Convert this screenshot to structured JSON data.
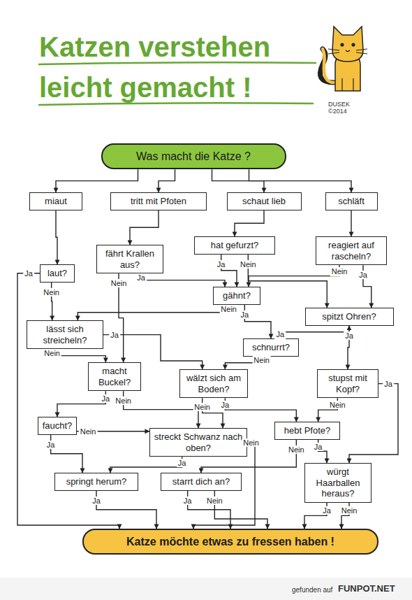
{
  "diagram": {
    "title": "Katzen verstehen leicht gemacht !",
    "nodes": [
      {
        "text": [
          "Was macht die Katze ?"
        ]
      },
      {
        "text": [
          "miaut"
        ]
      },
      {
        "text": [
          "tritt mit Pfoten"
        ]
      },
      {
        "text": [
          "schaut lieb"
        ]
      },
      {
        "text": [
          "schläft"
        ]
      },
      {
        "text": [
          "fährt Krallen aus?"
        ]
      },
      {
        "text": [
          "hat gefurzt?"
        ]
      },
      {
        "text": [
          "reagiert auf rascheln?"
        ]
      },
      {
        "text": [
          "laut?"
        ]
      },
      {
        "text": [
          "gähnt?"
        ]
      },
      {
        "text": [
          "lässt sich streicheln?"
        ]
      },
      {
        "text": [
          "spitzt Ohren?"
        ]
      },
      {
        "text": [
          "schnurrt?"
        ]
      },
      {
        "text": [
          "macht Buckel?"
        ]
      },
      {
        "text": [
          "wälzt sich am Boden?"
        ]
      },
      {
        "text": [
          "stupst mit Kopf?"
        ]
      },
      {
        "text": [
          "faucht?"
        ]
      },
      {
        "text": [
          "streckt Schwanz nach oben?"
        ]
      },
      {
        "text": [
          "hebt Pfote?"
        ]
      },
      {
        "text": [
          "springt herum?"
        ]
      },
      {
        "text": [
          "starrt dich an?"
        ]
      },
      {
        "text": [
          "würgt Haarballen heraus?"
        ]
      },
      {
        "text": [
          "Katze möchte etwas zu fressen haben !"
        ]
      }
    ],
    "edges": [
      {
        "from": 0,
        "to": 1,
        "arrow": "to"
      },
      {
        "from": 0,
        "to": 2,
        "arrow": "to"
      },
      {
        "from": 0,
        "to": 3,
        "arrow": "to"
      },
      {
        "from": 0,
        "to": 4,
        "arrow": "to"
      },
      {
        "from": 1,
        "to": 8,
        "arrow": "to"
      },
      {
        "from": 2,
        "to": 5,
        "arrow": "to"
      },
      {
        "from": 3,
        "to": 6,
        "arrow": "to"
      },
      {
        "from": 4,
        "to": 7,
        "arrow": "to"
      },
      {
        "from": 8,
        "to": 22,
        "label": "Ja",
        "arrow": "to"
      },
      {
        "from": 8,
        "to": 10,
        "label": "Nein",
        "arrow": "to"
      },
      {
        "from": 5,
        "to": 9,
        "label": "Ja",
        "arrow": "to"
      },
      {
        "from": 5,
        "to": 13,
        "label": "Nein",
        "arrow": "to"
      },
      {
        "from": 6,
        "to": 9,
        "label": "Ja",
        "arrow": "to"
      },
      {
        "from": 6,
        "to": 11,
        "label": "Nein",
        "arrow": "to"
      },
      {
        "from": 7,
        "to": 11,
        "label": "Ja",
        "arrow": "to"
      },
      {
        "from": 7,
        "to": 9,
        "label": "Nein",
        "arrow": "to"
      },
      {
        "from": 9,
        "to": 12,
        "label": "Ja",
        "arrow": "to"
      },
      {
        "from": 9,
        "to": 10,
        "label": "Nein",
        "arrow": "to"
      },
      {
        "from": 10,
        "to": 14,
        "label": "Ja",
        "arrow": "to"
      },
      {
        "from": 10,
        "to": 13,
        "label": "Nein",
        "arrow": "to"
      },
      {
        "from": 13,
        "to": 16,
        "label": "Ja",
        "arrow": "to"
      },
      {
        "from": 13,
        "to": 17,
        "label": "Nein",
        "arrow": "to"
      },
      {
        "from": 11,
        "to": 15,
        "label": "Ja",
        "arrow": "to"
      },
      {
        "from": 12,
        "to": 11,
        "label": "Ja",
        "arrow": "to"
      },
      {
        "from": 12,
        "to": 14,
        "label": "Nein",
        "arrow": "to"
      },
      {
        "from": 14,
        "to": 18,
        "label": "Ja",
        "arrow": "to"
      },
      {
        "from": 14,
        "to": 17,
        "label": "Nein",
        "arrow": "to"
      },
      {
        "from": 15,
        "to": 21,
        "label": "Ja",
        "arrow": "to"
      },
      {
        "from": 15,
        "to": 18,
        "label": "Nein",
        "arrow": "to"
      },
      {
        "from": 16,
        "to": 19,
        "label": "Ja",
        "arrow": "to"
      },
      {
        "from": 16,
        "to": 17,
        "label": "Nein",
        "arrow": "to"
      },
      {
        "from": 17,
        "to": 19,
        "label": "Ja",
        "arrow": "to"
      },
      {
        "from": 17,
        "to": 22,
        "label": "Nein",
        "arrow": "to"
      },
      {
        "from": 18,
        "to": 21,
        "label": "Ja",
        "arrow": "to"
      },
      {
        "from": 18,
        "to": 20,
        "label": "Nein",
        "arrow": "to"
      },
      {
        "from": 19,
        "to": 22,
        "label": "Ja",
        "arrow": "to"
      },
      {
        "from": 20,
        "to": 22,
        "label": "Ja",
        "arrow": "to"
      },
      {
        "from": 20,
        "to": 22,
        "label": "Nein",
        "arrow": "to"
      },
      {
        "from": 21,
        "to": 22,
        "label": "Ja",
        "arrow": "to"
      },
      {
        "from": 21,
        "to": 22,
        "label": "Nein",
        "arrow": "to"
      }
    ],
    "labels": [
      "DUSEK ©2014",
      "gefunden auf",
      "FUNPOT.NET"
    ]
  }
}
